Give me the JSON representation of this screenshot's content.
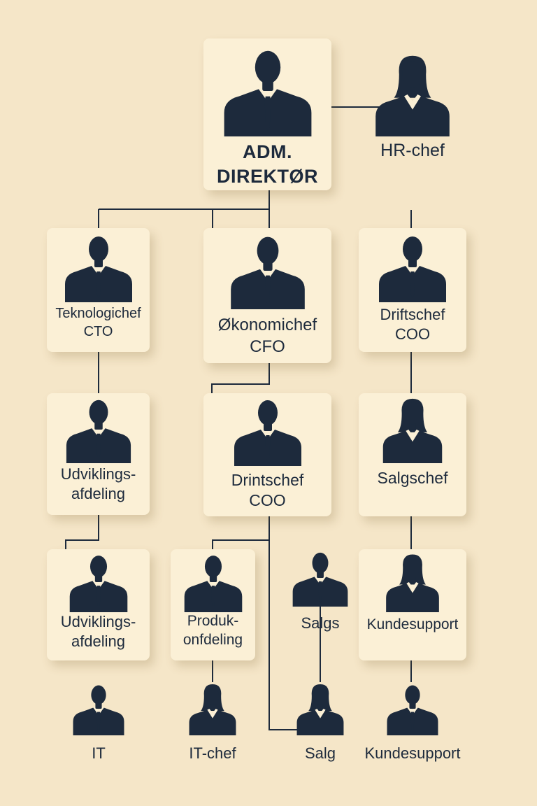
{
  "nodes": {
    "ceo": {
      "line1": "ADM.",
      "line2": "DIREKTØR"
    },
    "hr": {
      "line1": "HR-chef"
    },
    "cto": {
      "line1": "Teknologichef",
      "line2": "CTO"
    },
    "cfo": {
      "line1": "Økonomichef",
      "line2": "CFO"
    },
    "coo": {
      "line1": "Driftschef",
      "line2": "COO"
    },
    "coo2": {
      "line1": "Drintschef",
      "line2": "COO"
    },
    "dev1": {
      "line1": "Udviklings-",
      "line2": "afdeling"
    },
    "sales_chief": {
      "line1": "Salgschef"
    },
    "dev2": {
      "line1": "Udviklings-",
      "line2": "afdeling"
    },
    "production": {
      "line1": "Produk-",
      "line2": "onfdeling"
    },
    "sales1": {
      "line1": "Salgs"
    },
    "support1": {
      "line1": "Kundesupport"
    },
    "it": {
      "line1": "IT"
    },
    "it_chief": {
      "line1": "IT-chef"
    },
    "sales2": {
      "line1": "Salg"
    },
    "support2": {
      "line1": "Kundesupport"
    }
  },
  "colors": {
    "background": "#f5e6c8",
    "card": "#fbf0d6",
    "figure": "#1d2a3c",
    "line": "#1d2a3c"
  }
}
